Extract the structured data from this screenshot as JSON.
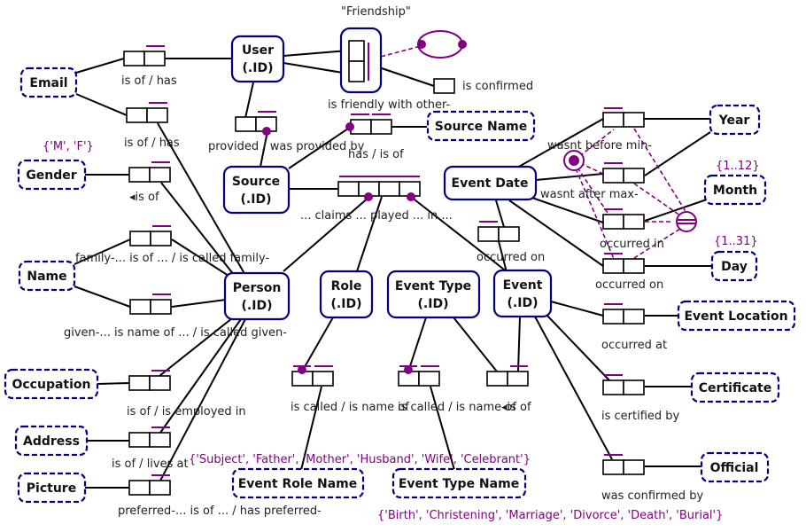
{
  "entities": {
    "user": {
      "name": "User",
      "ref": "(.ID)"
    },
    "source": {
      "name": "Source",
      "ref": "(.ID)"
    },
    "person": {
      "name": "Person",
      "ref": "(.ID)"
    },
    "role": {
      "name": "Role",
      "ref": "(.ID)"
    },
    "event_type": {
      "name": "Event Type",
      "ref": "(.ID)"
    },
    "event": {
      "name": "Event",
      "ref": "(.ID)"
    },
    "event_date": {
      "name": "Event Date"
    }
  },
  "value_types": {
    "email": "Email",
    "gender": "Gender",
    "name": "Name",
    "occupation": "Occupation",
    "address": "Address",
    "picture": "Picture",
    "source_name": "Source Name",
    "year": "Year",
    "month": "Month",
    "day": "Day",
    "event_location": "Event Location",
    "certificate": "Certificate",
    "official": "Official",
    "event_role_name": "Event Role Name",
    "event_type_name": "Event Type Name"
  },
  "value_constraints": {
    "gender": "{'M', 'F'}",
    "month": "{1..12}",
    "day": "{1..31}",
    "event_role_name": "{'Subject', 'Father', 'Mother', 'Husband', 'Wife', 'Celebrant'}",
    "event_type_name": "{'Birth', 'Christening', 'Marriage', 'Divorce', 'Death', 'Burial'}"
  },
  "objectified_fact": "\"Friendship\"",
  "readings": {
    "email_user": "is of / has",
    "email_person": "is of / has",
    "gender": "◂is of",
    "family_name": "family-... is of ... / is called family-",
    "given_name": "given-... is name of ... / is called given-",
    "occupation": "is of / is employed in",
    "address": "is of / lives at",
    "picture": "preferred-... is of ... / has preferred-",
    "user_source": "provided / was provided by",
    "friendship": "is friendly with other-",
    "is_confirmed": "is confirmed",
    "source_name": "has / is of",
    "claims": "... claims ... played ... in ...",
    "role_name": "is called / is name of",
    "event_type_name": "is called / is name of",
    "event_type_of": "◂is of",
    "event_date": "occurred on",
    "year": "wasnt before min-",
    "month_max": "wasnt after max-",
    "month": "occurred in",
    "day": "occurred on",
    "location": "occurred at",
    "certificate": "is certified by",
    "official": "was confirmed by"
  }
}
